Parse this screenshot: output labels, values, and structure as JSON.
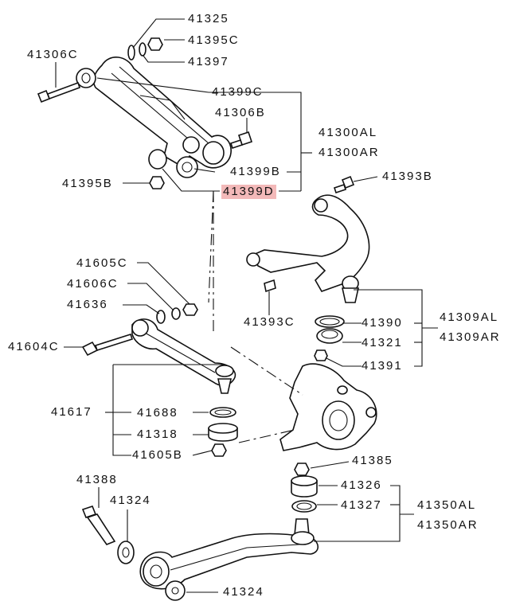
{
  "highlight_color": "#f3b9b9",
  "labels": {
    "p41325": "41325",
    "p41395C": "41395C",
    "p41397": "41397",
    "p41306C": "41306C",
    "p41399C": "41399C",
    "p41306B": "41306B",
    "p41300AL": "41300AL",
    "p41300AR": "41300AR",
    "p41399B": "41399B",
    "p41395B": "41395B",
    "p41399D": "41399D",
    "p41393B": "41393B",
    "p41605C": "41605C",
    "p41606C": "41606C",
    "p41636": "41636",
    "p41604C": "41604C",
    "p41393C": "41393C",
    "p41390": "41390",
    "p41309AL": "41309AL",
    "p41321": "41321",
    "p41309AR": "41309AR",
    "p41391": "41391",
    "p41617": "41617",
    "p41688": "41688",
    "p41318": "41318",
    "p41605B": "41605B",
    "p41385": "41385",
    "p41388": "41388",
    "p41324a": "41324",
    "p41326": "41326",
    "p41327": "41327",
    "p41350AL": "41350AL",
    "p41350AR": "41350AR",
    "p41324b": "41324"
  }
}
